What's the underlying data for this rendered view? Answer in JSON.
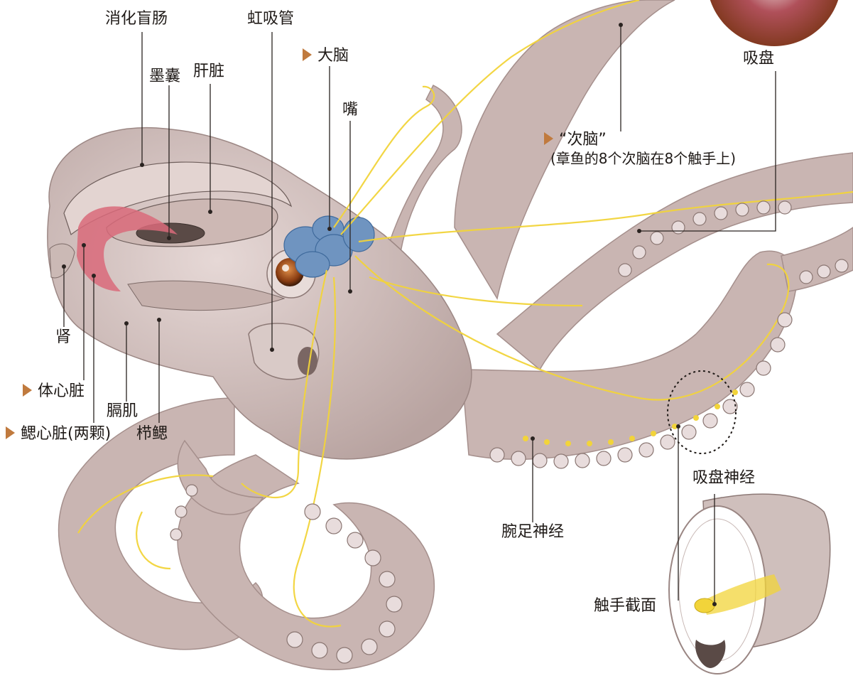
{
  "colors": {
    "skin": "#d8c6c3",
    "skin_shadow": "#b59f9c",
    "gill_heart": "#d96a7a",
    "brain": "#6f94c0",
    "nerve": "#f2d43a",
    "eye": "#b5651d",
    "marker": "#c07a3e"
  },
  "labels": {
    "cecum": "消化盲肠",
    "siphon": "虹吸管",
    "ink_sac": "墨囊",
    "liver": "肝脏",
    "brain": "大脑",
    "mouth": "嘴",
    "sucker": "吸盘",
    "sub_brain_line1": "“次脑”",
    "sub_brain_line2": "(章鱼的8个次脑在8个触手上)",
    "kidney": "肾",
    "systemic_heart": "体心脏",
    "mantle_muscle": "膈肌",
    "gill_hearts": "鳃心脏(两颗)",
    "gills": "栉鳃",
    "sucker_nerve": "吸盘神经",
    "brachial_nerve": "腕足神经",
    "arm_cross_section": "触手截面"
  }
}
